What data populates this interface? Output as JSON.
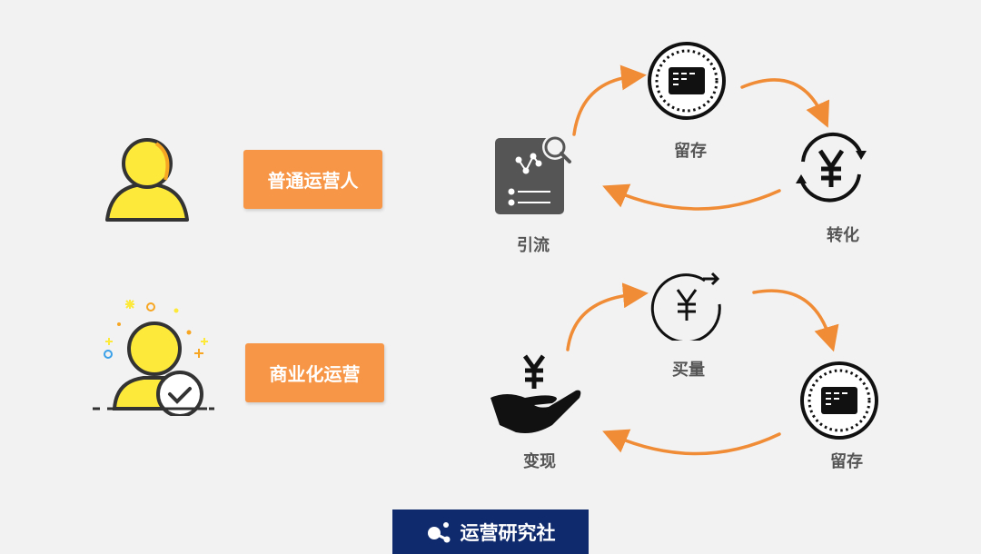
{
  "roles": {
    "ordinary": {
      "label": "普通运营人"
    },
    "commercial": {
      "label": "商业化运营"
    }
  },
  "cycle_ordinary": {
    "traffic": "引流",
    "retention": "留存",
    "conversion": "转化"
  },
  "cycle_commercial": {
    "buy_traffic": "买量",
    "monetize": "变现",
    "retention": "留存"
  },
  "footer": {
    "brand": "运营研究社"
  },
  "colors": {
    "orange": "#f79646",
    "banner": "#0f2b6e",
    "yellow": "#fde93a",
    "background": "#f2f2f2"
  }
}
